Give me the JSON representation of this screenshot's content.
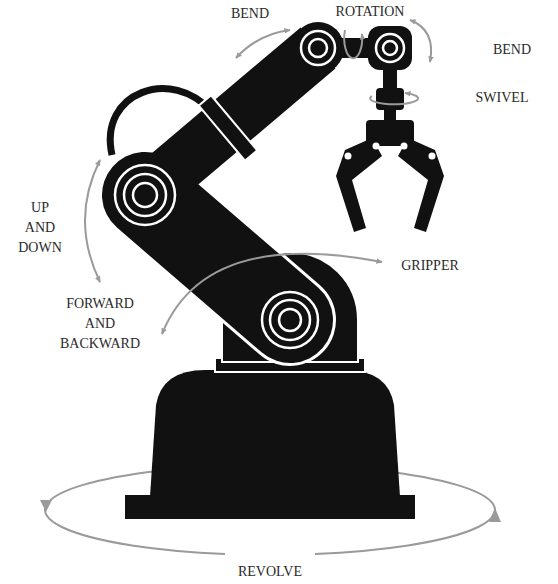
{
  "diagram": {
    "labels": [
      "BEND",
      "ROTATION",
      "BEND",
      "SWIVEL",
      "GRIPPER",
      "UP AND DOWN",
      "FORWARD AND BACKWARD",
      "REVOLVE"
    ]
  }
}
